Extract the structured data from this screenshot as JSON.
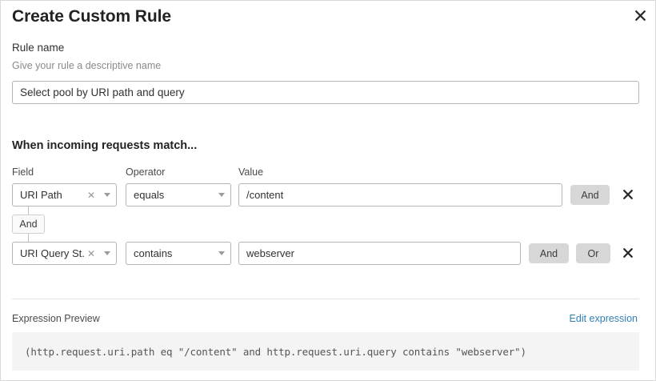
{
  "dialog": {
    "title": "Create Custom Rule",
    "close_icon": "close-icon"
  },
  "rule_name": {
    "label": "Rule name",
    "sublabel": "Give your rule a descriptive name",
    "value": "Select pool by URI path and query",
    "placeholder": ""
  },
  "conditions_section": {
    "heading": "When incoming requests match...",
    "columns": {
      "field": "Field",
      "operator": "Operator",
      "value": "Value"
    },
    "connector": {
      "label": "And"
    },
    "rows": [
      {
        "field": "URI Path",
        "clear_icon": "clear-icon",
        "caret_icon": "chevron-down-icon",
        "operator": "equals",
        "value": "/content",
        "buttons": [
          "And"
        ],
        "delete_icon": "close-icon"
      },
      {
        "field": "URI Query St...",
        "clear_icon": "clear-icon",
        "caret_icon": "chevron-down-icon",
        "operator": "contains",
        "value": "webserver",
        "buttons": [
          "And",
          "Or"
        ],
        "delete_icon": "close-icon"
      }
    ]
  },
  "expression_preview": {
    "label": "Expression Preview",
    "edit_link": "Edit expression",
    "expression": "(http.request.uri.path eq \"/content\" and http.request.uri.query contains \"webserver\")"
  },
  "colors": {
    "link": "#3080b5",
    "button_grey": "#d7d7d7",
    "code_bg": "#f4f4f4",
    "border": "#b5b5b5"
  }
}
